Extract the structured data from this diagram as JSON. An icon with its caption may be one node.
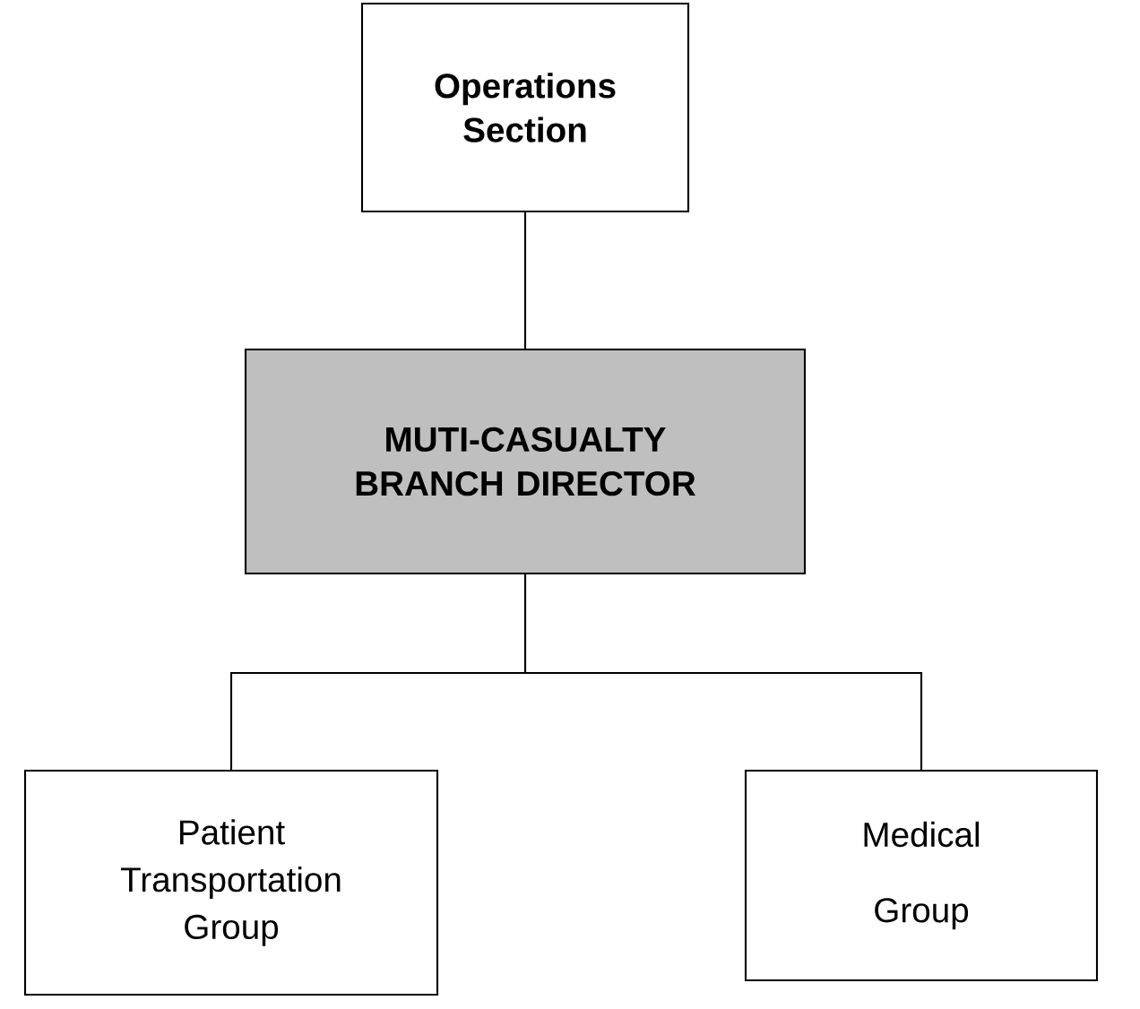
{
  "diagram": {
    "nodes": [
      {
        "text": [
          "Operations Section"
        ]
      },
      {
        "text": [
          "MUTI-CASUALTY BRANCH DIRECTOR"
        ]
      },
      {
        "text": [
          "Patient Transportation Group"
        ]
      },
      {
        "text": [
          "Medical Group"
        ]
      }
    ],
    "edges": [
      {
        "from": 0,
        "to": 1,
        "arrow": "none"
      },
      {
        "from": 1,
        "to": 2,
        "arrow": "none"
      },
      {
        "from": 1,
        "to": 3,
        "arrow": "none"
      }
    ]
  }
}
